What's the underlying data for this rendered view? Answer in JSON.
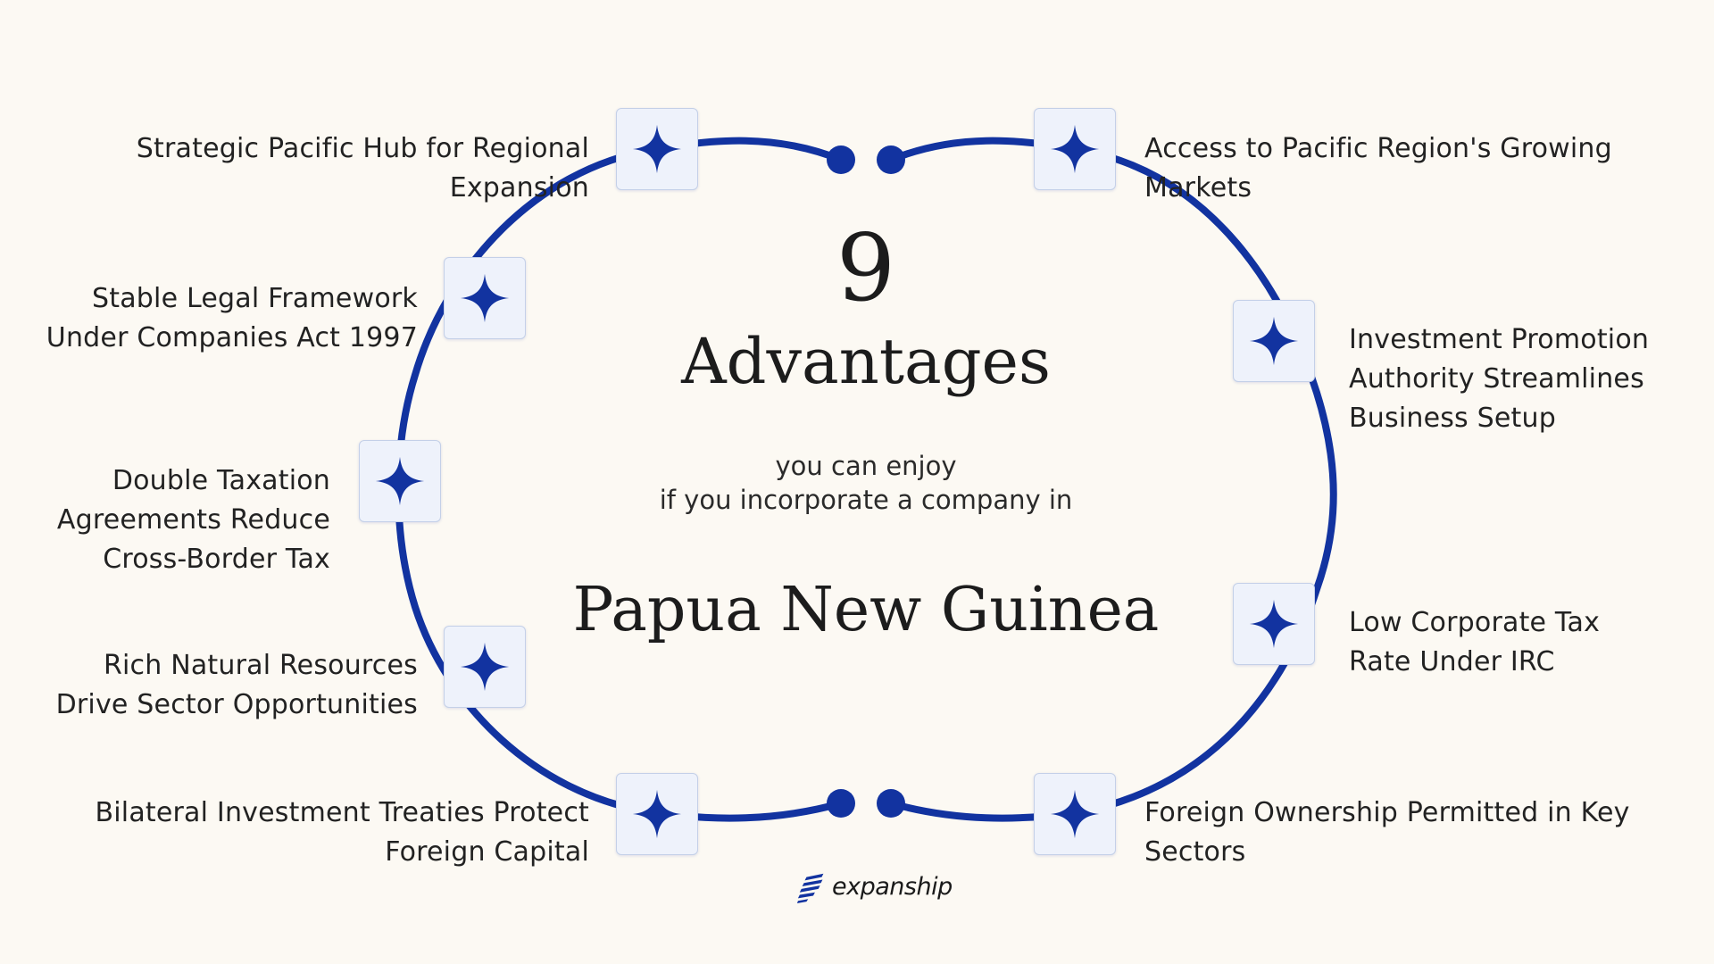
{
  "theme": {
    "background": "#fcf9f3",
    "ring_color": "#1233a0",
    "icon_tile_fill": "#eef2fb",
    "icon_color": "#1233a0",
    "text_color": "#222222"
  },
  "center": {
    "count": "9",
    "heading": "Advantages",
    "subtitle_line1": "you can enjoy",
    "subtitle_line2": "if you incorporate a company in",
    "country": "Papua New Guinea"
  },
  "advantages": [
    {
      "lines": [
        "Strategic Pacific Hub for Regional",
        "Expansion"
      ],
      "icon": "sparkle-icon"
    },
    {
      "lines": [
        "Stable Legal Framework",
        "Under Companies Act 1997"
      ],
      "icon": "sparkle-icon"
    },
    {
      "lines": [
        "Double Taxation",
        "Agreements Reduce",
        "Cross-Border Tax"
      ],
      "icon": "sparkle-icon"
    },
    {
      "lines": [
        "Rich Natural Resources",
        "Drive Sector Opportunities"
      ],
      "icon": "sparkle-icon"
    },
    {
      "lines": [
        "Bilateral Investment Treaties Protect",
        "Foreign Capital"
      ],
      "icon": "sparkle-icon"
    },
    {
      "lines": [
        "Access to Pacific Region's Growing",
        "Markets"
      ],
      "icon": "sparkle-icon"
    },
    {
      "lines": [
        "Investment Promotion",
        "Authority Streamlines",
        "Business Setup"
      ],
      "icon": "sparkle-icon"
    },
    {
      "lines": [
        "Low Corporate Tax",
        "Rate Under IRC"
      ],
      "icon": "sparkle-icon"
    },
    {
      "lines": [
        "Foreign Ownership Permitted in Key",
        "Sectors"
      ],
      "icon": "sparkle-icon"
    }
  ],
  "brand": {
    "name": "expanship",
    "icon": "expanship-logo-icon"
  }
}
